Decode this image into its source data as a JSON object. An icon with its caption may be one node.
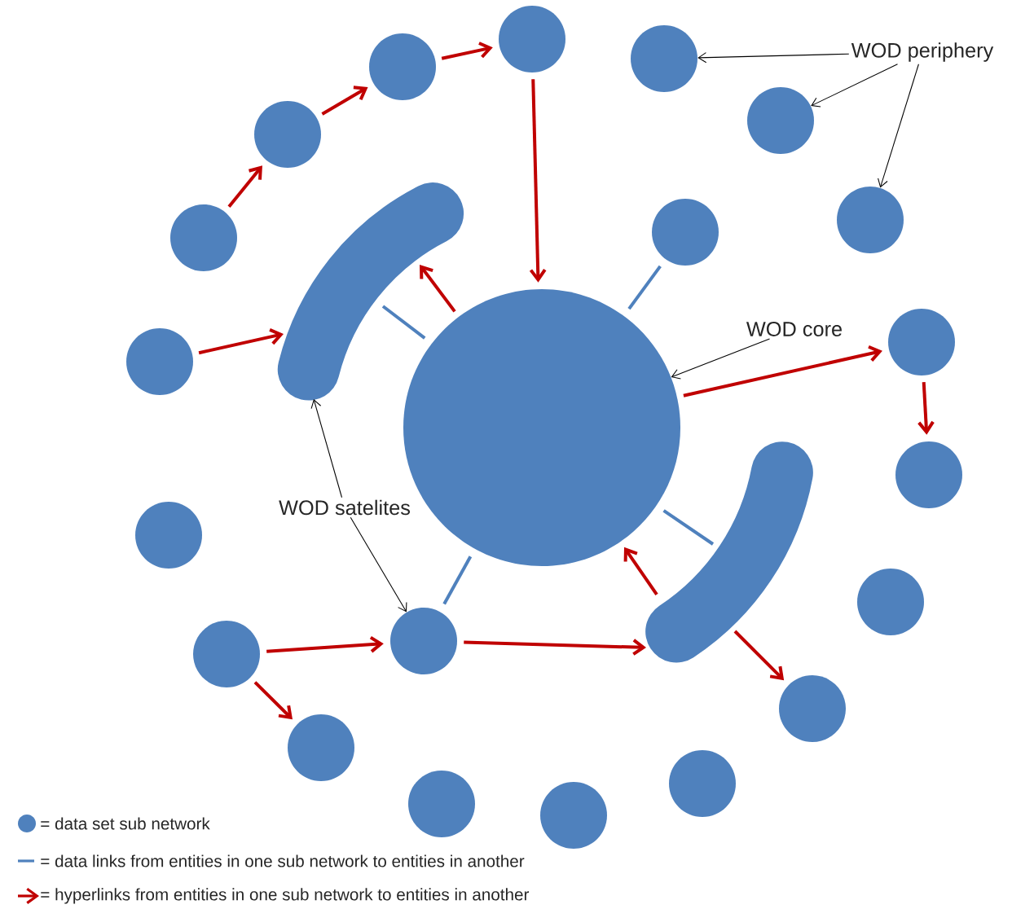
{
  "diagram": {
    "nodes": [
      {
        "text": [],
        "shape": "circle"
      },
      {
        "text": [],
        "shape": "circle"
      },
      {
        "text": [
          "WOD periphery"
        ]
      },
      {
        "text": [],
        "shape": "circle"
      },
      {
        "text": [],
        "shape": "circle"
      },
      {
        "text": [],
        "shape": "circle"
      },
      {
        "text": [],
        "shape": "circle"
      },
      {
        "text": [],
        "shape": "circle"
      },
      {
        "text": [],
        "shape": "circle"
      },
      {
        "text": [],
        "shape": "arc"
      },
      {
        "text": [
          "WOD core"
        ]
      },
      {
        "text": [],
        "shape": "circle"
      },
      {
        "text": [],
        "shape": "circle"
      },
      {
        "text": [],
        "shape": "circle"
      },
      {
        "text": [],
        "shape": "circle"
      },
      {
        "text": [],
        "shape": "arc"
      },
      {
        "text": [
          "WOD satelites"
        ]
      },
      {
        "text": [],
        "shape": "circle"
      },
      {
        "text": [],
        "shape": "circle"
      },
      {
        "text": [],
        "shape": "circle"
      },
      {
        "text": [],
        "shape": "circle"
      },
      {
        "text": [],
        "shape": "circle"
      },
      {
        "text": [],
        "shape": "circle"
      },
      {
        "text": [],
        "shape": "circle"
      },
      {
        "text": [],
        "shape": "circle"
      },
      {
        "text": [],
        "shape": "circle"
      }
    ],
    "edges": [
      {
        "from": 8,
        "to": 5,
        "arrow": "to"
      },
      {
        "from": 5,
        "to": 3,
        "arrow": "to"
      },
      {
        "from": 3,
        "to": 0,
        "arrow": "to"
      },
      {
        "from": 0,
        "to": 13,
        "arrow": "to"
      },
      {
        "from": 12,
        "to": 9,
        "arrow": "to"
      },
      {
        "from": 13,
        "to": 9,
        "arrow": "to"
      },
      {
        "from": 13,
        "to": 11,
        "arrow": "to"
      },
      {
        "from": 11,
        "to": 14,
        "arrow": "to"
      },
      {
        "from": 20,
        "to": 19,
        "arrow": "to"
      },
      {
        "from": 20,
        "to": 22,
        "arrow": "to"
      },
      {
        "from": 19,
        "to": 15,
        "arrow": "to"
      },
      {
        "from": 15,
        "to": 13,
        "arrow": "to"
      },
      {
        "from": 15,
        "to": 21,
        "arrow": "to"
      },
      {
        "from": 9,
        "to": 13,
        "arrow": "none",
        "color": "#4f81bd"
      },
      {
        "from": 7,
        "to": 13,
        "arrow": "none",
        "color": "#4f81bd"
      },
      {
        "from": 13,
        "to": 15,
        "arrow": "none",
        "color": "#4f81bd"
      },
      {
        "from": 13,
        "to": 19,
        "arrow": "none",
        "color": "#4f81bd"
      },
      {
        "from": 2,
        "to": 1,
        "arrow": "to",
        "color": "#000000"
      },
      {
        "from": 2,
        "to": 4,
        "arrow": "to",
        "color": "#000000"
      },
      {
        "from": 2,
        "to": 6,
        "arrow": "to",
        "color": "#000000"
      },
      {
        "from": 10,
        "to": 13,
        "arrow": "to",
        "color": "#000000"
      },
      {
        "from": 16,
        "to": 9,
        "arrow": "to",
        "color": "#000000"
      },
      {
        "from": 16,
        "to": 19,
        "arrow": "to",
        "color": "#000000"
      }
    ],
    "legend": [
      {
        "text": "= data set sub network"
      },
      {
        "text": "= data links from entities in one sub network to entities in another"
      },
      {
        "text": "= hyperlinks from entities in one sub network to entities in another"
      }
    ]
  }
}
